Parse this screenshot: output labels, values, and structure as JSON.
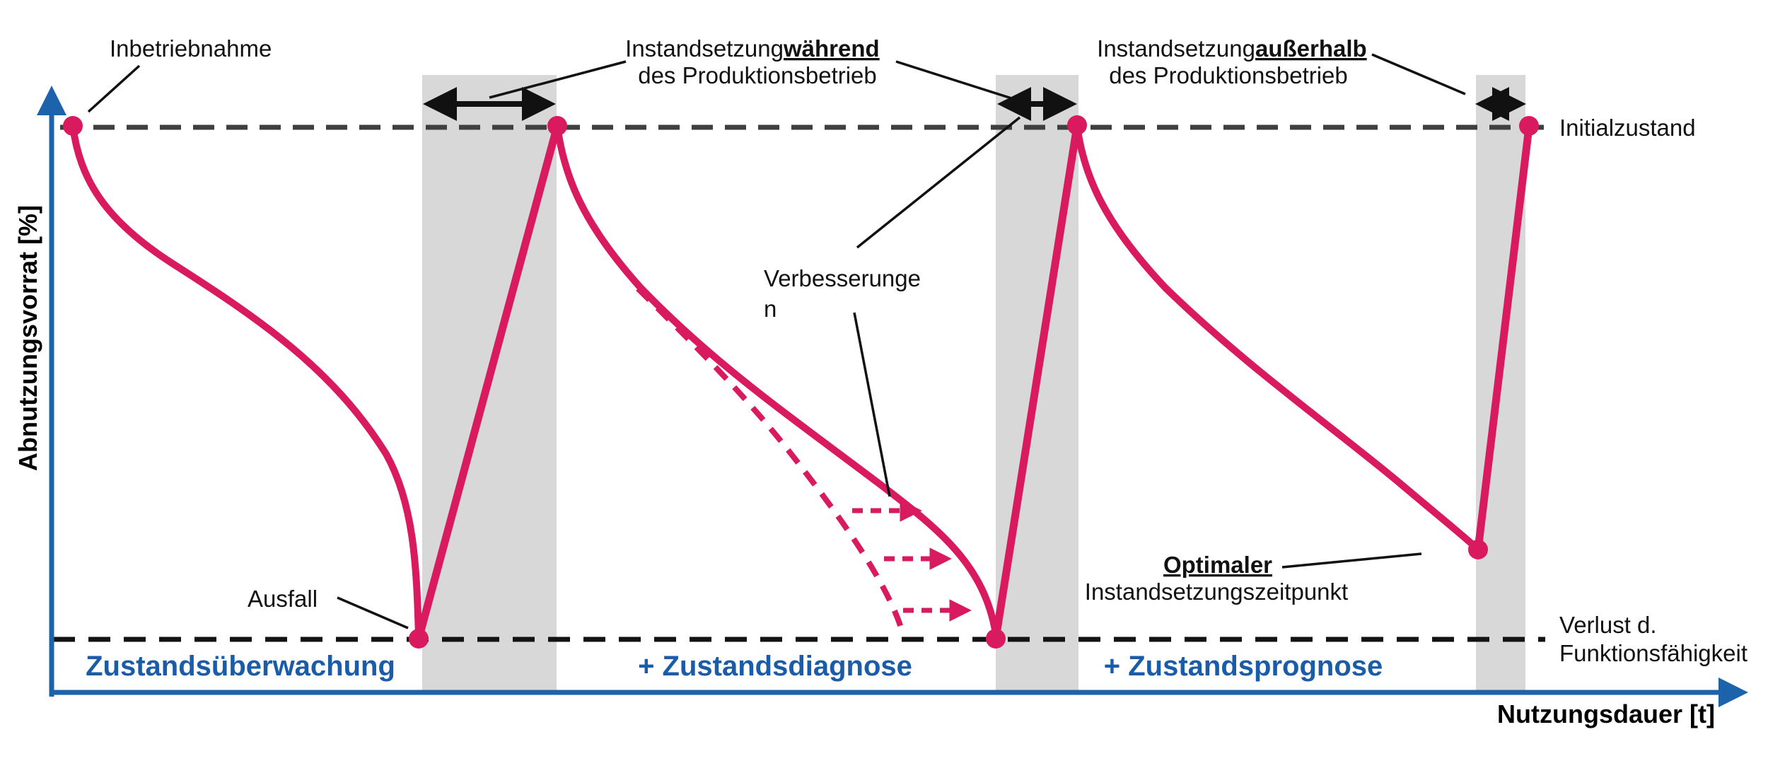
{
  "diagram": {
    "title_context": "Abnutzungsvorrat über Nutzungsdauer mit Instandsetzungszyklen",
    "y_axis_label": "Abnutzungsvorrat [%]",
    "x_axis_label": "Nutzungsdauer [t]",
    "reference_lines": {
      "initial_state": "Initialzustand",
      "failure_line1": "Verlust d.",
      "failure_line2": "Funktionsfähigkeit"
    },
    "annotations": {
      "inbetriebnahme": "Inbetriebnahme",
      "ausfall": "Ausfall",
      "verbesserungen_line1": "Verbesserunge",
      "verbesserungen_line2": "n",
      "waehrend_prefix": "Instandsetzung ",
      "waehrend_emph": "während",
      "waehrend_line2": "des Produktionsbetrieb",
      "ausserhalb_prefix": "Instandsetzung ",
      "ausserhalb_emph": "außerhalb",
      "ausserhalb_line2": "des Produktionsbetrieb",
      "optimaler_emph": "Optimaler",
      "optimaler_line2": "Instandsetzungszeitpunkt"
    },
    "phases": [
      {
        "label": "Zustandsüberwachung"
      },
      {
        "label": "+ Zustandsdiagnose"
      },
      {
        "label": "+ Zustandsprognose"
      }
    ],
    "colors": {
      "curve_pink": "#D91A5F",
      "axis_blue": "#1C63AC",
      "phase_text_blue": "#1A5CA8",
      "band_gray": "#D8D8D8",
      "initial_dash_gray": "#3F3F3F",
      "failure_dash_black": "#121212"
    }
  }
}
